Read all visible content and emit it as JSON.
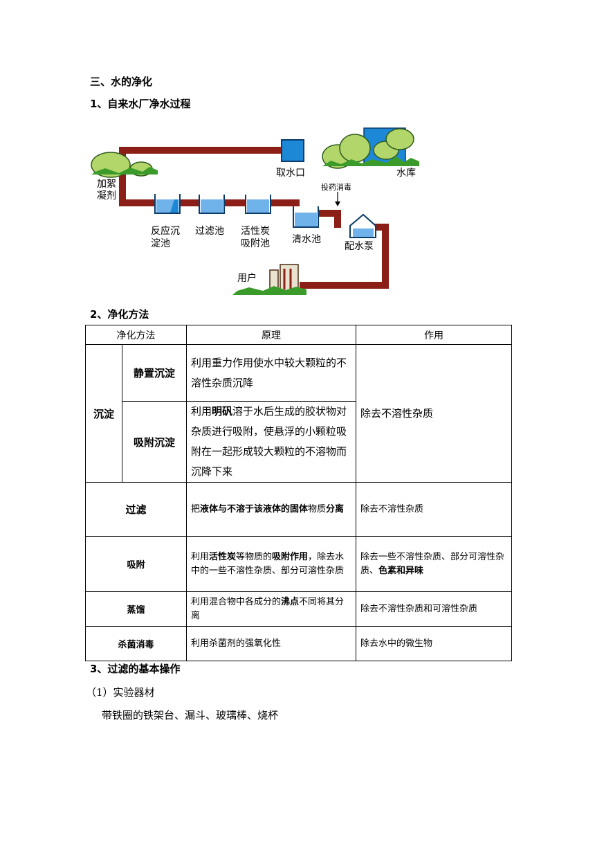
{
  "headings": {
    "section": "三、水的净化",
    "sub1": "1、自来水厂净水过程",
    "sub2": "2、净化方法",
    "sub3": "3、过滤的基本操作",
    "sub3_1": "（1）实验器材",
    "equipment": "带铁圈的铁架台、漏斗、玻璃棒、烧杯"
  },
  "diagram": {
    "intake": "取水口",
    "reservoir": "水库",
    "flocculant_1": "加絮",
    "flocculant_2": "凝剂",
    "reaction_tank_1": "反应沉",
    "reaction_tank_2": "淀池",
    "filter_tank": "过滤池",
    "carbon_tank_1": "活性炭",
    "carbon_tank_2": "吸附池",
    "clear_tank": "清水池",
    "disinfection": "投药消毒",
    "pump": "配水泵",
    "user": "用户"
  },
  "table": {
    "headers": [
      "净化方法",
      "原理",
      "作用"
    ],
    "sedimentation": "沉淀",
    "static": {
      "name": "静置沉淀",
      "principle": "利用重力作用使水中较大颗粒的不溶性杂质沉降"
    },
    "adsorptive": {
      "name": "吸附沉淀",
      "p1": "利用",
      "p2": "明矾",
      "p3": "溶于水后生成的胶状物对杂质进行吸附，使悬浮的小颗粒吸附在一起形成较大颗粒的不溶物而沉降下来"
    },
    "sed_effect": "除去不溶性杂质",
    "filtration": {
      "name": "过滤",
      "p1": "把",
      "p2": "液体与不溶于该液体的固体",
      "p3": "物质",
      "p4": "分离",
      "effect": "除去不溶性杂质"
    },
    "adsorption": {
      "name": "吸附",
      "p1": "利用",
      "p2": "活性炭",
      "p3": "等物质的",
      "p4": "吸附作用",
      "p5": "，除去水中的一些不溶性杂质、部分可溶性杂质",
      "e1": "除去一些不溶性杂质、部分可溶性杂质、",
      "e2": "色素和异味"
    },
    "distillation": {
      "name": "蒸馏",
      "p1": "利用混合物中各成分的",
      "p2": "沸点",
      "p3": "不同将其分离",
      "effect": "除去不溶性杂质和可溶性杂质"
    },
    "sterilization": {
      "name": "杀菌消毒",
      "principle": "利用杀菌剂的强氧化性",
      "effect": "除去水中的微生物"
    }
  },
  "colors": {
    "pipe": "#8b1f17",
    "water": "#1d88d6",
    "tree": "#b3d66a",
    "grass": "#3a9a2a"
  }
}
